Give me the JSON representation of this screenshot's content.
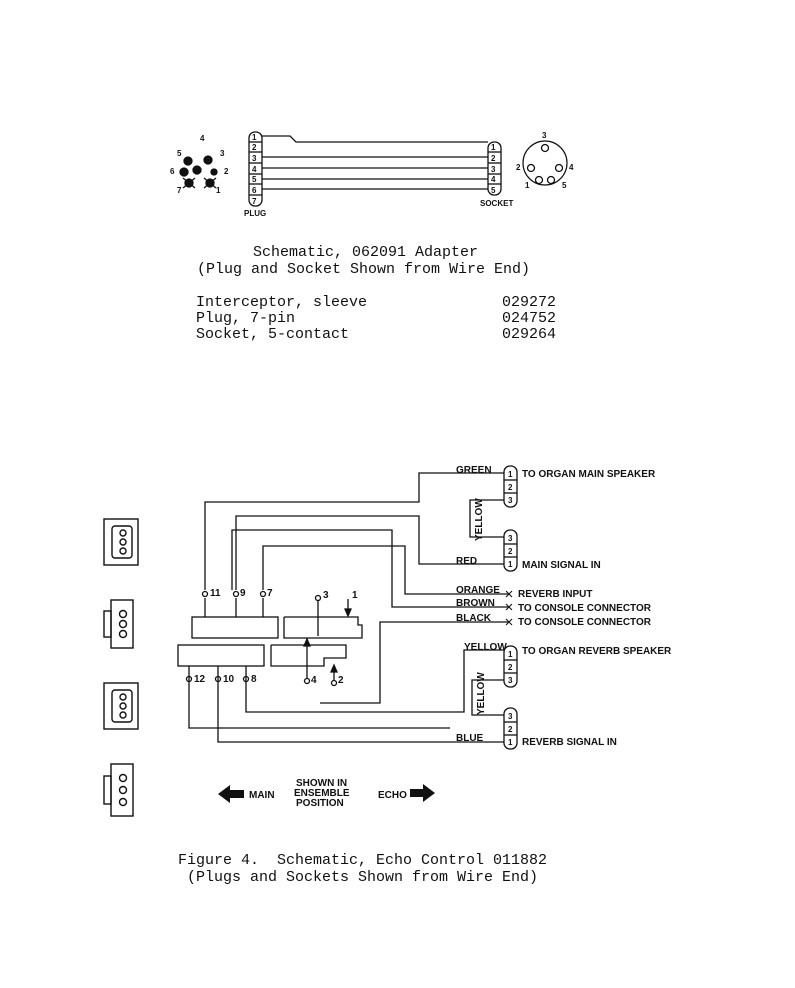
{
  "adapter": {
    "plug_label": "PLUG",
    "socket_label": "SOCKET",
    "caption_line1": "Schematic, 062091 Adapter",
    "caption_line2": "(Plug and Socket Shown from Wire End)",
    "plug_pins": [
      "1",
      "2",
      "3",
      "4",
      "5",
      "6",
      "7"
    ],
    "socket_pins": [
      "1",
      "2",
      "3",
      "4",
      "5"
    ],
    "plug_face": [
      "4",
      "5",
      "3",
      "6",
      "2",
      "7",
      "1"
    ],
    "socket_face": [
      "3",
      "2",
      "4",
      "1",
      "5"
    ]
  },
  "parts": [
    {
      "name": "Interceptor, sleeve",
      "number": "029272"
    },
    {
      "name": "Plug, 7-pin",
      "number": "024752"
    },
    {
      "name": "Socket, 5-contact",
      "number": "029264"
    }
  ],
  "echo": {
    "wire_green": "GREEN",
    "wire_yellow": "YELLOW",
    "wire_red": "RED",
    "wire_orange": "ORANGE",
    "wire_brown": "BROWN",
    "wire_black": "BLACK",
    "wire_blue": "BLUE",
    "to_main_speaker": "TO ORGAN MAIN SPEAKER",
    "main_signal_in": "MAIN SIGNAL IN",
    "reverb_input": "REVERB INPUT",
    "to_console_1": "TO CONSOLE CONNECTOR",
    "to_console_2": "TO CONSOLE CONNECTOR",
    "to_reverb_speaker": "TO ORGAN REVERB SPEAKER",
    "reverb_signal_in": "REVERB SIGNAL IN",
    "switch_pins": [
      "11",
      "9",
      "7",
      "3",
      "1",
      "12",
      "10",
      "8",
      "4",
      "2"
    ],
    "connector_pins": [
      "1",
      "2",
      "3"
    ],
    "main_label": "MAIN",
    "echo_label": "ECHO",
    "position_line1": "SHOWN IN",
    "position_line2": "ENSEMBLE",
    "position_line3": "POSITION",
    "caption_line1": "Figure 4.  Schematic, Echo Control 011882",
    "caption_line2": "(Plugs and Sockets Shown from Wire End)"
  }
}
